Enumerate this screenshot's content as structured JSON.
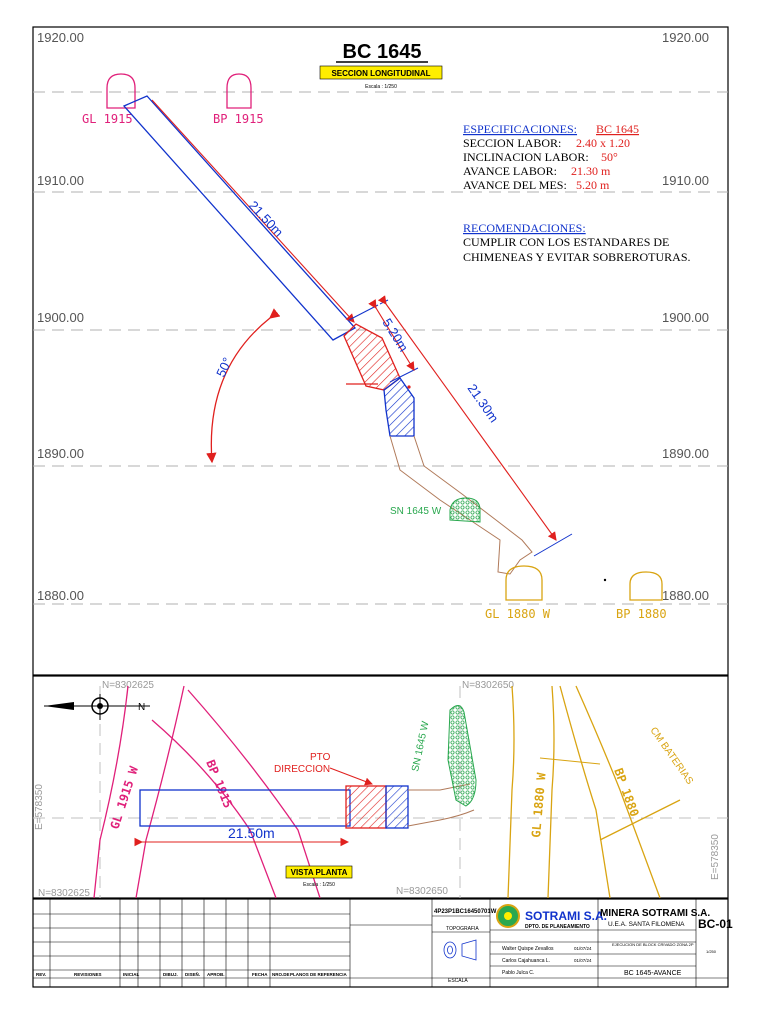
{
  "title": "BC 1645",
  "longitudinal": {
    "subtitle": "SECCION LONGITUDINAL",
    "scale": "Escala : 1/250",
    "levels": [
      "1920.00",
      "1910.00",
      "1900.00",
      "1890.00",
      "1880.00"
    ],
    "labels": {
      "gl1915": "GL 1915",
      "bp1915": "BP 1915",
      "gl1880": "GL 1880 W",
      "bp1880": "BP 1880",
      "sn1645": "SN 1645 W"
    },
    "dimensions": {
      "upper": "21.50m",
      "advance_month": "5.20m",
      "lower": "21.30m",
      "angle": "50°"
    }
  },
  "specs": {
    "heading": "ESPECIFICACIONES:",
    "heading_value": "BC 1645",
    "lines": [
      {
        "label": "SECCION LABOR:",
        "value": "2.40 x 1.20"
      },
      {
        "label": "INCLINACION LABOR:",
        "value": "50°"
      },
      {
        "label": "AVANCE LABOR:",
        "value": "21.30 m"
      },
      {
        "label": "AVANCE DEL MES:",
        "value": "5.20 m"
      }
    ]
  },
  "recommendations": {
    "heading": "RECOMENDACIONES:",
    "lines": [
      "CUMPLIR CON LOS ESTANDARES DE",
      "CHIMENEAS Y EVITAR SOBREROTURAS."
    ]
  },
  "plan": {
    "north_top_left": "N=8302625",
    "north_top_right": "N=8302650",
    "north_bottom_left": "N=8302625",
    "north_bottom_right": "N=8302650",
    "east_left": "E=578350",
    "east_right": "E=578350",
    "pto_line1": "PTO",
    "pto_line2": "DIRECCION",
    "gl1915": "GL 1915 W",
    "bp1915": "BP 1915",
    "sn1645": "SN 1645 W",
    "gl1880": "GL 1880 W",
    "bp1880": "BP 1880",
    "cm": "CM BATERIAS",
    "dimension": "21.50m",
    "vista": "VISTA PLANTA",
    "vista_scale": "Escala : 1/250",
    "compass_n": "N"
  },
  "title_block": {
    "company": "SOTRAMI S.A.",
    "dept": "DPTO. DE PLANEAMIENTO",
    "mine": "MINERA SOTRAMI S.A.",
    "unit": "U.E.A. SANTA FILOMENA",
    "code": "BC-01",
    "drawing": "BC 1645-AVANCE",
    "plan_code": "4P23P1BC16450701W",
    "area": "TOPOGRAFIA",
    "escala_label": "ESCALA",
    "scale_value": "1/250",
    "drawn": "Walter Quispe Zevallos",
    "reviewed": "Carlos Cajahuanca L.",
    "approved": "Pablo Julca C.",
    "date1": "01/07/24",
    "date2": "01/07/24",
    "project": "EJECUCION DE BLOCK CRIVADO ZONA 2P",
    "footer_cols": [
      "REV.",
      "REVISIONES",
      "INICIAL",
      "DIBUJ.",
      "DISEÑ.",
      "APROB.",
      "FECHA",
      "NRO.DE",
      "PLANOS DE REFERENCIA"
    ]
  },
  "colors": {
    "red": "#e0201e",
    "blue": "#1133cc",
    "magenta": "#e0207a",
    "gold": "#d9a412",
    "green": "#2aa84f",
    "grid": "#b0b0b0",
    "brown": "#b07a5a"
  }
}
